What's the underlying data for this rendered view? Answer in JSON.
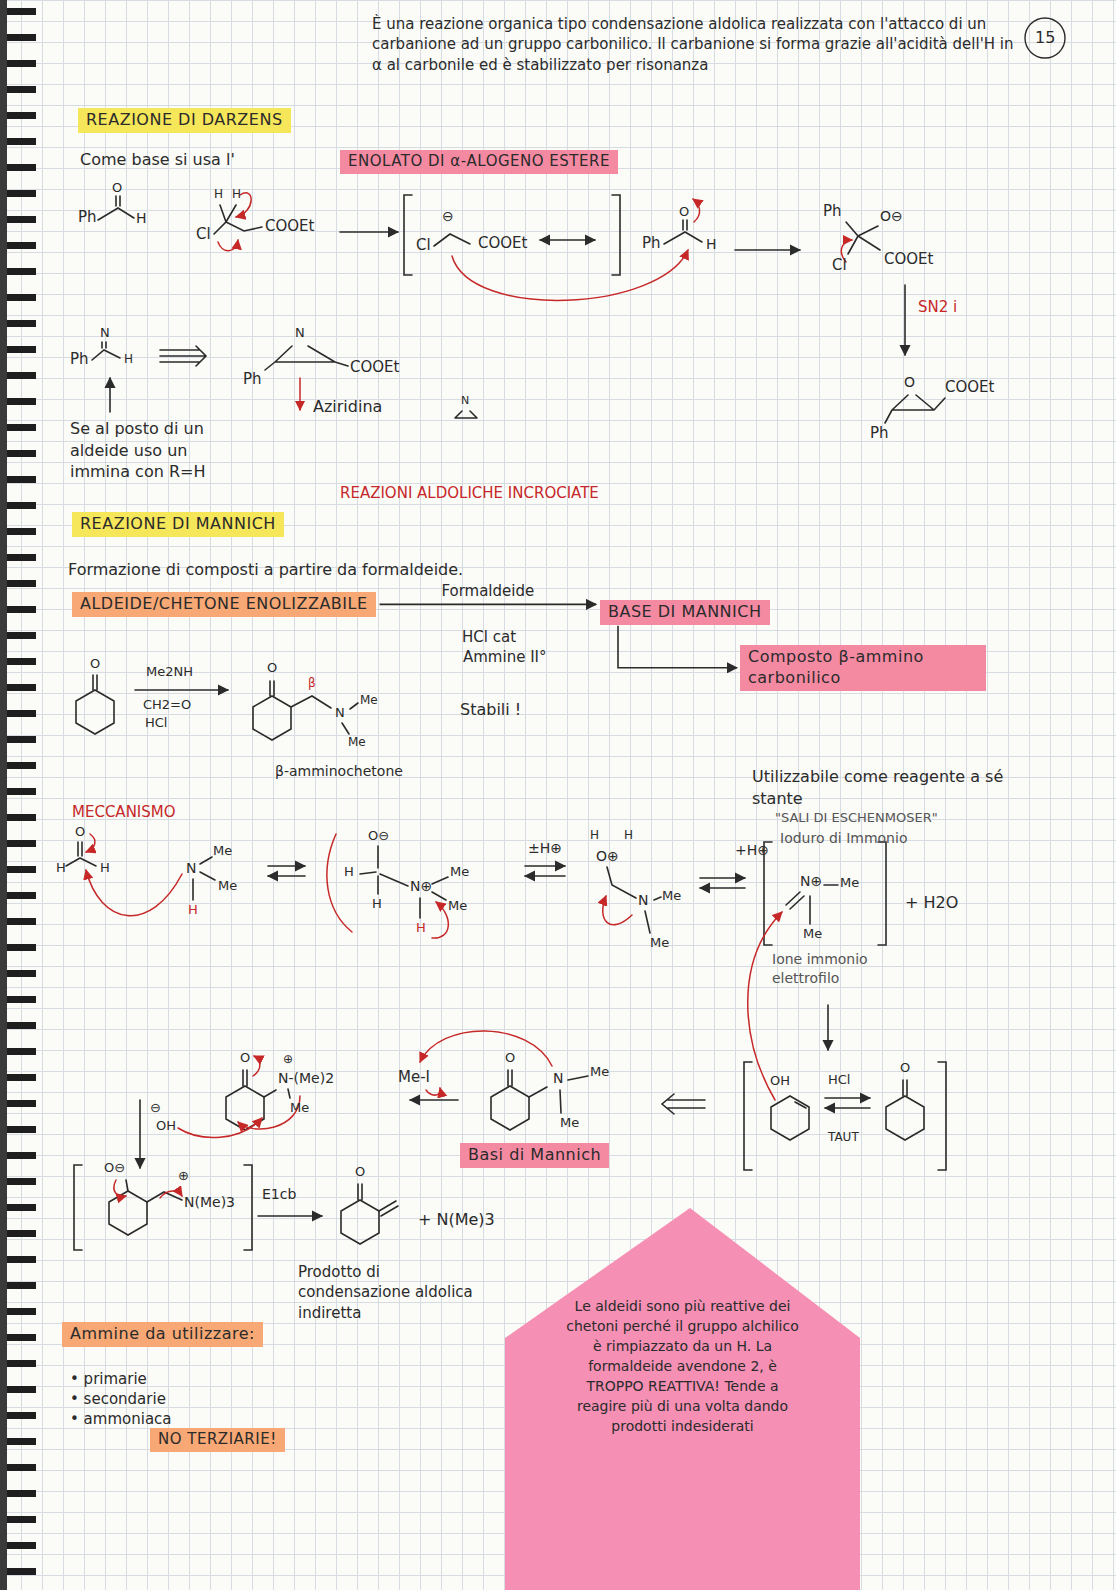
{
  "diagram": {
    "nodes": [
      {
        "text": [
          "REAZIONE DI DARZENS"
        ]
      },
      {
        "text": [
          "ENOLATO DI α-ALOGENO ESTERE"
        ]
      },
      {
        "text": [
          "REAZIONE DI MANNICH"
        ]
      },
      {
        "text": [
          "ALDEIDE/CHETONE ENOLIZZABILE"
        ]
      },
      {
        "text": [
          "BASE DI MANNICH"
        ]
      },
      {
        "text": [
          "Composto β-ammino carbonilico"
        ]
      },
      {
        "text": [
          "Basi di Mannich"
        ]
      },
      {
        "text": [
          "Ammine da utilizzare:"
        ]
      },
      {
        "text": [
          "NO TERZIARIE!"
        ]
      },
      {
        "text": [
          "Le aldeidi sono più reattive dei chetoni perché il gruppo alchilico è rimpiazzato da un H. La formaldeide avendone 2, è TROPPO REATTIVA! Tende a reagire più di una volta dando prodotti indesiderati"
        ]
      }
    ],
    "edges": [
      {
        "from": 3,
        "to": 4,
        "label": "Formaldeide",
        "arrow": "to"
      },
      {
        "from": 4,
        "to": 5,
        "arrow": "to"
      }
    ],
    "labels": [
      "15",
      "È una reazione organica tipo condensazione aldolica realizzata con l'attacco di un carbanione ad un gruppo carbonilico. Il carbanione si forma grazie all'acidità dell'H in α al carbonile ed è stabilizzato per risonanza",
      "Come base si usa l'",
      "Ph",
      "O",
      "H",
      "Cl",
      "H",
      "H",
      "COOEt",
      "Cl",
      "⊖",
      "COOEt",
      "Ph",
      "O",
      "H",
      "Ph",
      "O⊖",
      "Cl",
      "COOEt",
      "SN2 i",
      "O",
      "COOEt",
      "Ph",
      "N",
      "Ph",
      "H",
      "N",
      "Ph",
      "COOEt",
      "Aziridina",
      "N",
      "Se al posto di un aldeide uso un immina con R=H",
      "REAZIONI ALDOLICHE INCROCIATE",
      "Formazione di composti a partire da formaldeide.",
      "HCl cat",
      "Ammine II°",
      "O",
      "Me2NH",
      "CH2=O",
      "HCl",
      "O",
      "β",
      "N",
      "Me",
      "Me",
      "Stabili !",
      "β-amminochetone",
      "Utilizzabile come reagente a sé stante",
      "\"SALI DI ESCHENMOSER\"",
      "Ioduro di Immonio",
      "MECCANISMO",
      "O",
      "H",
      "H",
      "N",
      "Me",
      "Me",
      "H",
      "O⊖",
      "H",
      "H",
      "N⊕",
      "Me",
      "Me",
      "H",
      "±H⊕",
      "H",
      "H",
      "O⊕",
      "N",
      "Me",
      "Me",
      "+H⊕",
      "N⊕",
      "Me",
      "Me",
      "+ H2O",
      "Ione immonio elettrofilo",
      "OH",
      "HCl",
      "O",
      "TAUT",
      "O",
      "N",
      "Me",
      "Me",
      "Me-I",
      "O",
      "⊕",
      "N-(Me)2",
      "Me",
      "⊖",
      "OH",
      "O⊖",
      "⊕",
      "N(Me)3",
      "E1cb",
      "O",
      "+ N(Me)3",
      "Prodotto di condensazione aldolica indiretta",
      "• primarie",
      "• secondarie",
      "• ammoniaca"
    ]
  }
}
